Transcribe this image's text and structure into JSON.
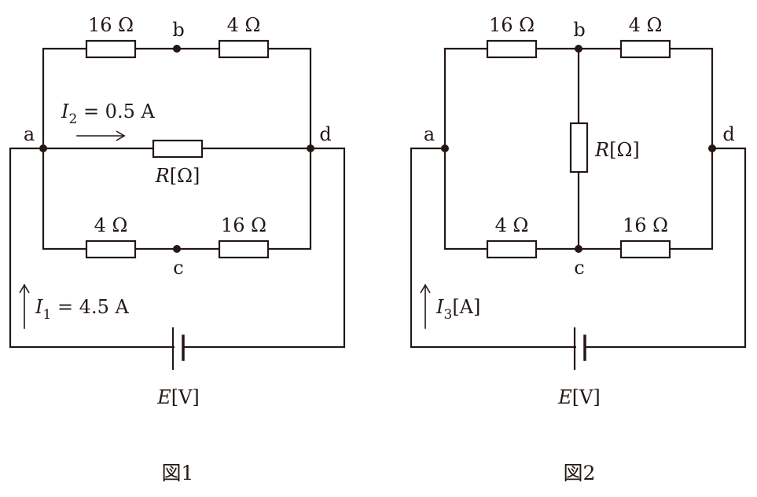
{
  "fig1": {
    "caption": "図1",
    "nodes": {
      "a": "a",
      "b": "b",
      "c": "c",
      "d": "d"
    },
    "top_left_resistor": "16 Ω",
    "top_right_resistor": "4 Ω",
    "bottom_left_resistor": "4 Ω",
    "bottom_right_resistor": "16 Ω",
    "middle_resistor": {
      "symbol": "R",
      "unit": "[Ω]"
    },
    "current2": {
      "symbol": "I",
      "subscript": "2",
      "value": " = 0.5 A"
    },
    "current1": {
      "symbol": "I",
      "subscript": "1",
      "value": " = 4.5 A"
    },
    "emf": {
      "symbol": "E",
      "unit": "[V]"
    }
  },
  "fig2": {
    "caption": "図2",
    "nodes": {
      "a": "a",
      "b": "b",
      "c": "c",
      "d": "d"
    },
    "top_left_resistor": "16 Ω",
    "top_right_resistor": "4 Ω",
    "bottom_left_resistor": "4 Ω",
    "bottom_right_resistor": "16 Ω",
    "bridge_resistor": {
      "symbol": "R",
      "unit": "[Ω]"
    },
    "current3": {
      "symbol": "I",
      "subscript": "3",
      "value": "[A]"
    },
    "emf": {
      "symbol": "E",
      "unit": "[V]"
    }
  }
}
